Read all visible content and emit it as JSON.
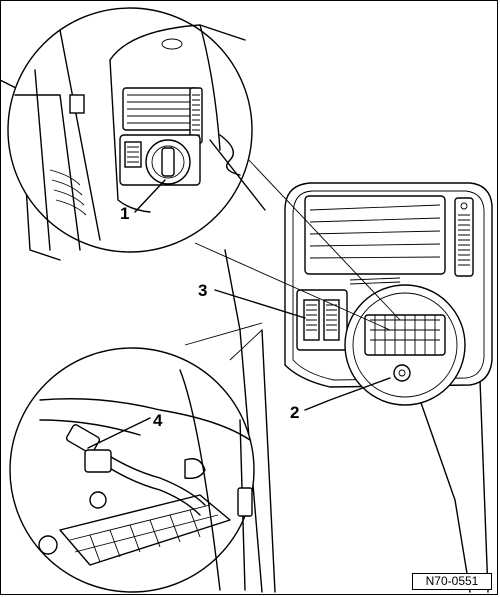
{
  "callouts": [
    {
      "id": "1",
      "label": "1"
    },
    {
      "id": "2",
      "label": "2"
    },
    {
      "id": "3",
      "label": "3"
    },
    {
      "id": "4",
      "label": "4"
    }
  ],
  "figure_ref": "N70-0551"
}
